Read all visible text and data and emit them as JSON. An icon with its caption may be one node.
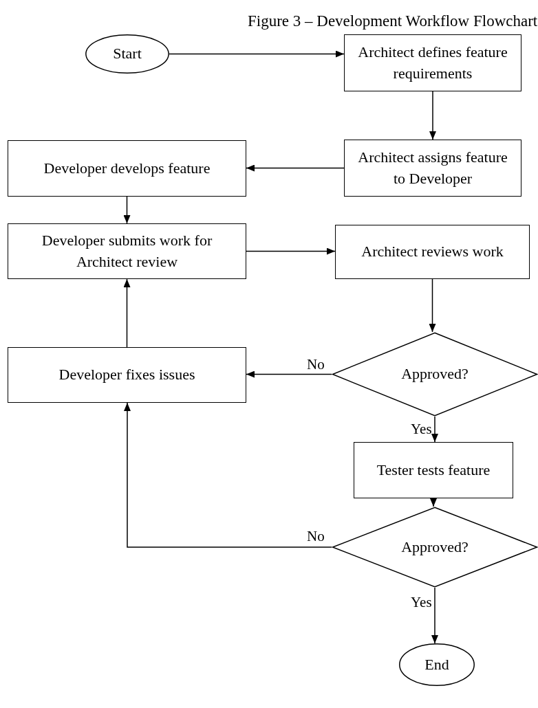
{
  "diagram": {
    "title": "Figure 3 – Development Workflow Flowchart",
    "nodes": [
      {
        "text": [
          "Start"
        ]
      },
      {
        "text": [
          "Architect defines feature requirements"
        ]
      },
      {
        "text": [
          "Architect assigns feature to Developer"
        ]
      },
      {
        "text": [
          "Developer develops feature"
        ]
      },
      {
        "text": [
          "Developer submits work for Architect review"
        ]
      },
      {
        "text": [
          "Architect reviews work"
        ]
      },
      {
        "text": [
          "Approved?"
        ]
      },
      {
        "text": [
          "Developer fixes issues"
        ]
      },
      {
        "text": [
          "Tester tests feature"
        ]
      },
      {
        "text": [
          "Approved?"
        ]
      },
      {
        "text": [
          "End"
        ]
      }
    ],
    "edges": [
      {
        "from": 0,
        "to": 1,
        "arrow": "to"
      },
      {
        "from": 1,
        "to": 2,
        "arrow": "to"
      },
      {
        "from": 2,
        "to": 3,
        "arrow": "to"
      },
      {
        "from": 3,
        "to": 4,
        "arrow": "to"
      },
      {
        "from": 4,
        "to": 5,
        "arrow": "to"
      },
      {
        "from": 5,
        "to": 6,
        "arrow": "to"
      },
      {
        "from": 6,
        "to": 7,
        "arrow": "to",
        "label": "No"
      },
      {
        "from": 6,
        "to": 8,
        "arrow": "to",
        "label": "Yes"
      },
      {
        "from": 7,
        "to": 4,
        "arrow": "to"
      },
      {
        "from": 8,
        "to": 9,
        "arrow": "to"
      },
      {
        "from": 9,
        "to": 7,
        "arrow": "to",
        "label": "No"
      },
      {
        "from": 9,
        "to": 10,
        "arrow": "to",
        "label": "Yes"
      }
    ]
  }
}
